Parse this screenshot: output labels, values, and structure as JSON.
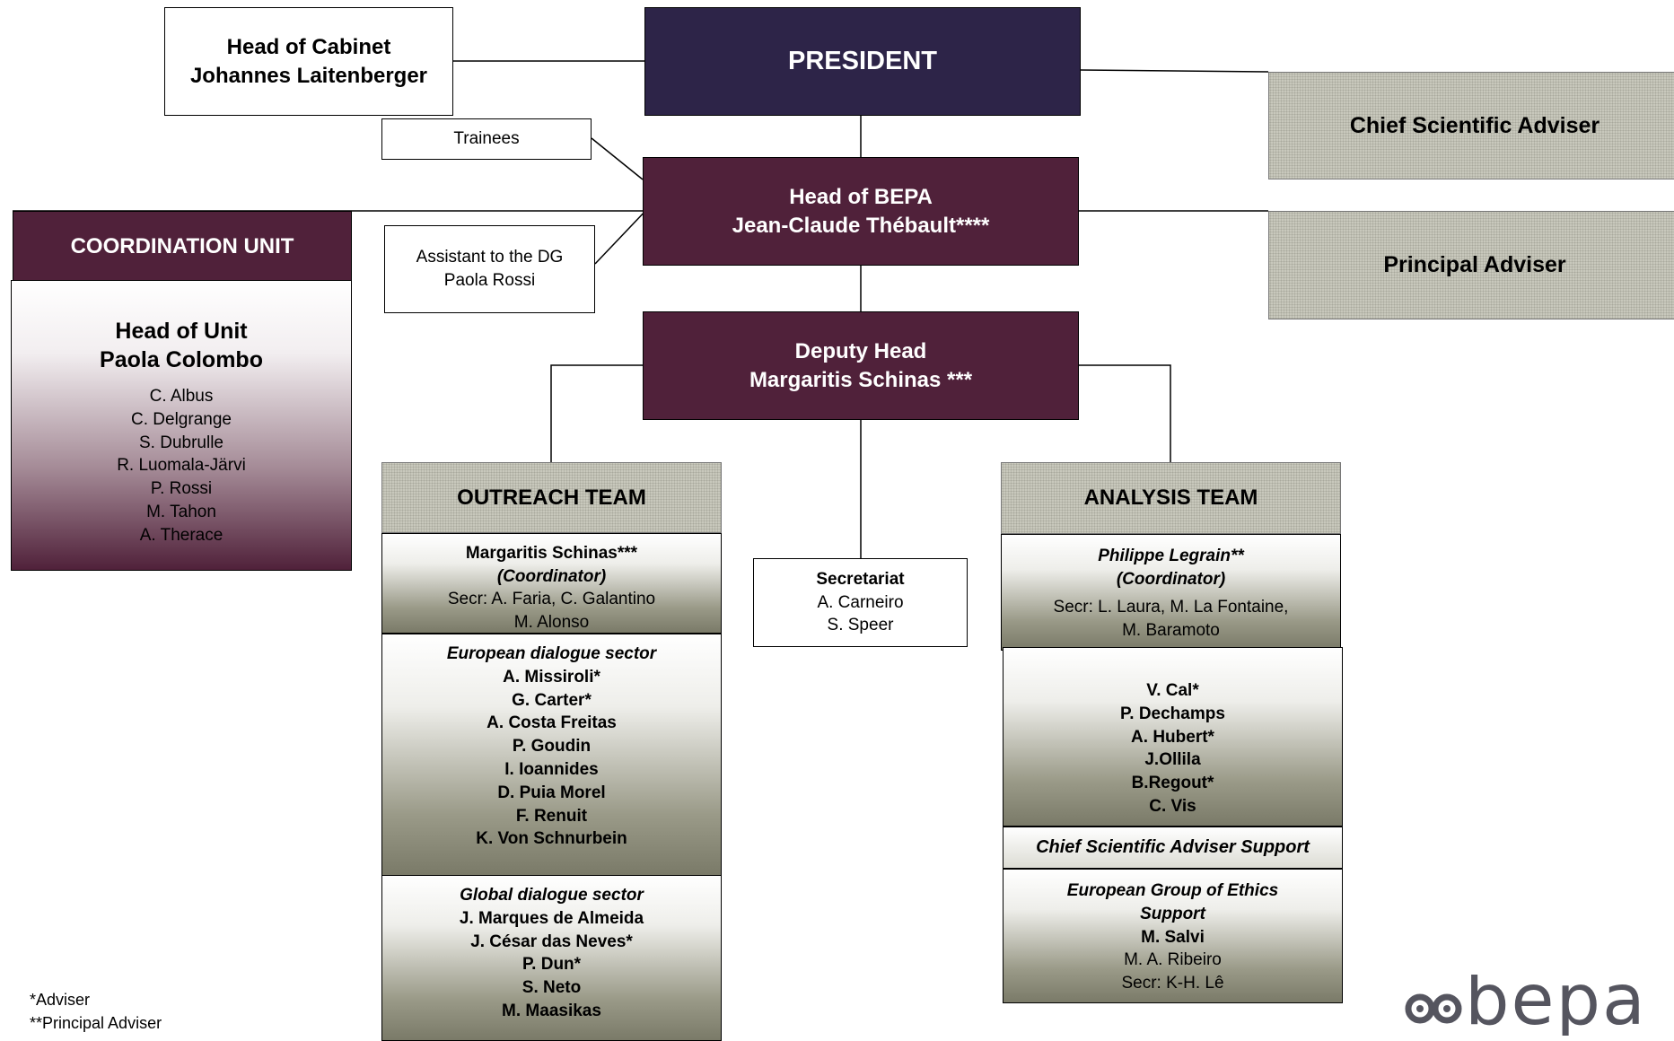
{
  "president": "PRESIDENT",
  "head_of_cabinet": {
    "line1": "Head of Cabinet",
    "line2": "Johannes Laitenberger"
  },
  "trainees": "Trainees",
  "assistant": {
    "line1": "Assistant to the DG",
    "line2": "Paola Rossi"
  },
  "head_of_bepa": {
    "line1": "Head of BEPA",
    "line2": "Jean-Claude Thébault****"
  },
  "deputy_head": {
    "line1": "Deputy Head",
    "line2": "Margaritis Schinas ***"
  },
  "chief_scientific_adviser": "Chief Scientific Adviser",
  "principal_adviser": "Principal Adviser",
  "coordination_unit": {
    "title": "COORDINATION UNIT",
    "head_label": "Head of Unit",
    "head_name": "Paola Colombo",
    "members": [
      "C. Albus",
      "C. Delgrange",
      "S. Dubrulle",
      "R. Luomala-Järvi",
      "P. Rossi",
      "M. Tahon",
      "A. Therace"
    ]
  },
  "secretariat": {
    "title": "Secretariat",
    "members": [
      "A. Carneiro",
      "S. Speer"
    ]
  },
  "outreach_team": {
    "title": "OUTREACH TEAM",
    "coordinator_name": "Margaritis Schinas***",
    "coordinator_role": "(Coordinator)",
    "secretaries": "Secr: A. Faria, C. Galantino",
    "extra_member": "M. Alonso",
    "european_sector": {
      "title": "European dialogue sector",
      "members": [
        "A. Missiroli*",
        "G. Carter*",
        "A. Costa Freitas",
        "P. Goudin",
        "I. Ioannides",
        "D. Puia Morel",
        "F. Renuit",
        "K. Von Schnurbein"
      ]
    },
    "global_sector": {
      "title": "Global dialogue sector",
      "members": [
        "J. Marques de Almeida",
        "J. César das Neves*",
        "P. Dun*",
        "S. Neto",
        "M. Maasikas"
      ]
    }
  },
  "analysis_team": {
    "title": "ANALYSIS TEAM",
    "coordinator_name": "Philippe Legrain**",
    "coordinator_role": "(Coordinator)",
    "secretaries_line1": "Secr: L. Laura, M. La Fontaine,",
    "secretaries_line2": "M. Baramoto",
    "members": [
      "V. Cal*",
      "P. Dechamps",
      "A. Hubert*",
      "J.Ollila",
      "B.Regout*",
      "C. Vis"
    ],
    "csa_support": "Chief Scientific Adviser Support",
    "ethics": {
      "title_line1": "European Group of Ethics",
      "title_line2": "Support",
      "lead": "M. Salvi",
      "member": "M. A. Ribeiro",
      "secretary": "Secr: K-H. Lê"
    }
  },
  "legend": [
    "*Adviser",
    "**Principal Adviser"
  ],
  "logo_text": "bepa",
  "colors": {
    "navy": "#2d2448",
    "maroon": "#50213a",
    "logo": "#55555f"
  }
}
